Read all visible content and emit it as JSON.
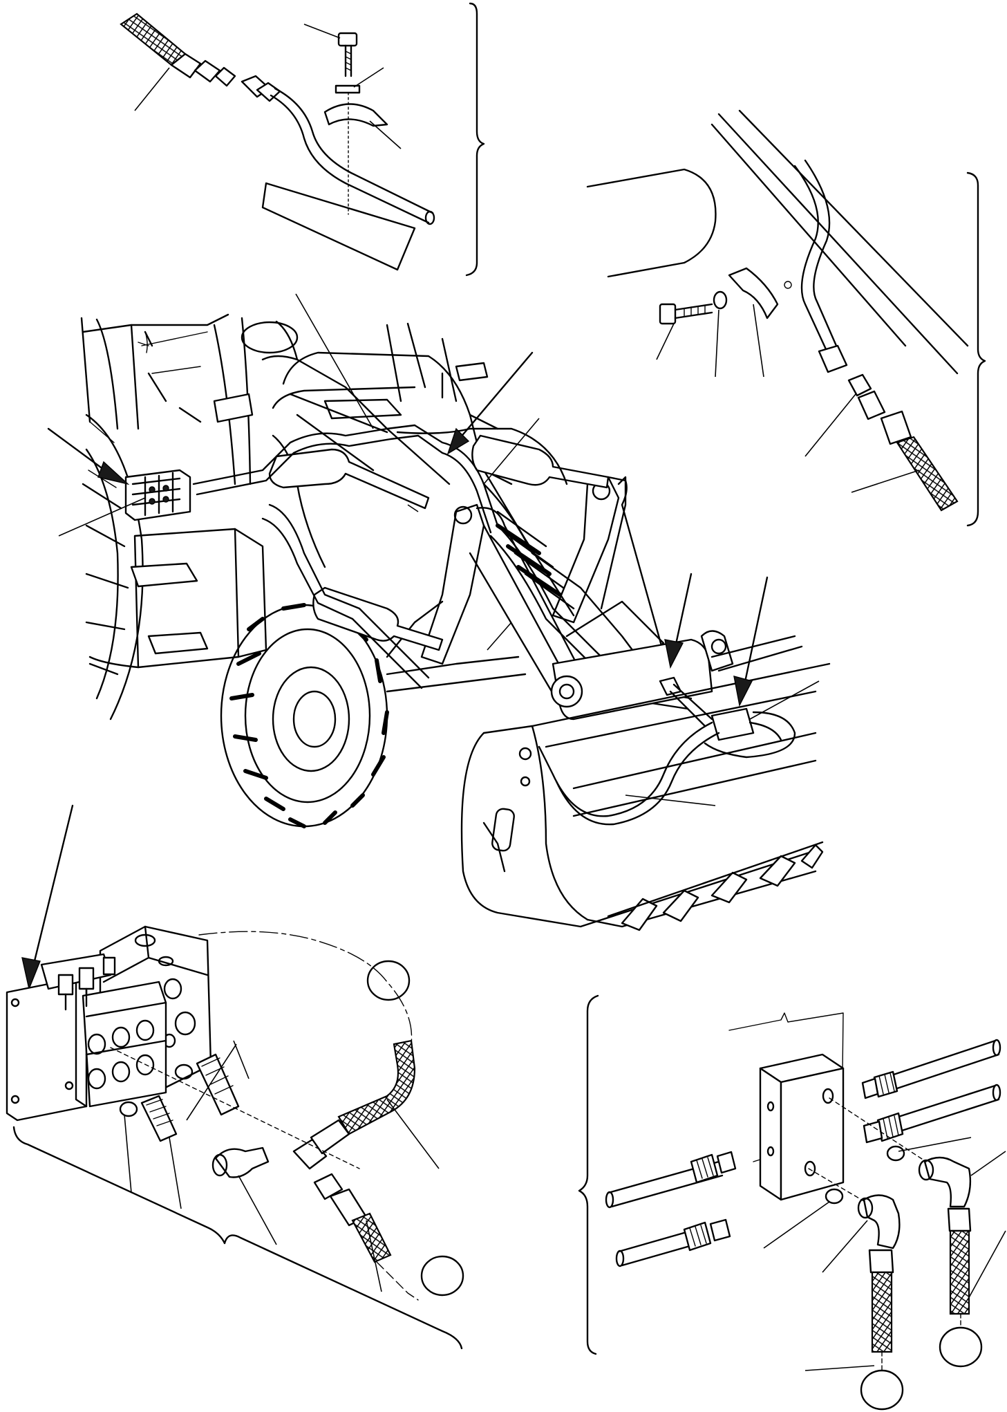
{
  "colors": {
    "ink": "#000000",
    "paper": "#ffffff"
  },
  "callout_circles": [
    {
      "id": "A",
      "label": ""
    },
    {
      "id": "B",
      "label": ""
    },
    {
      "id": "C",
      "label": ""
    },
    {
      "id": "D",
      "label": ""
    }
  ],
  "detail_views": [
    "top-left-pipe-clamp",
    "top-right-pipe-clamp",
    "main-loader-view",
    "bottom-left-control-valve",
    "bottom-right-junction-block"
  ]
}
